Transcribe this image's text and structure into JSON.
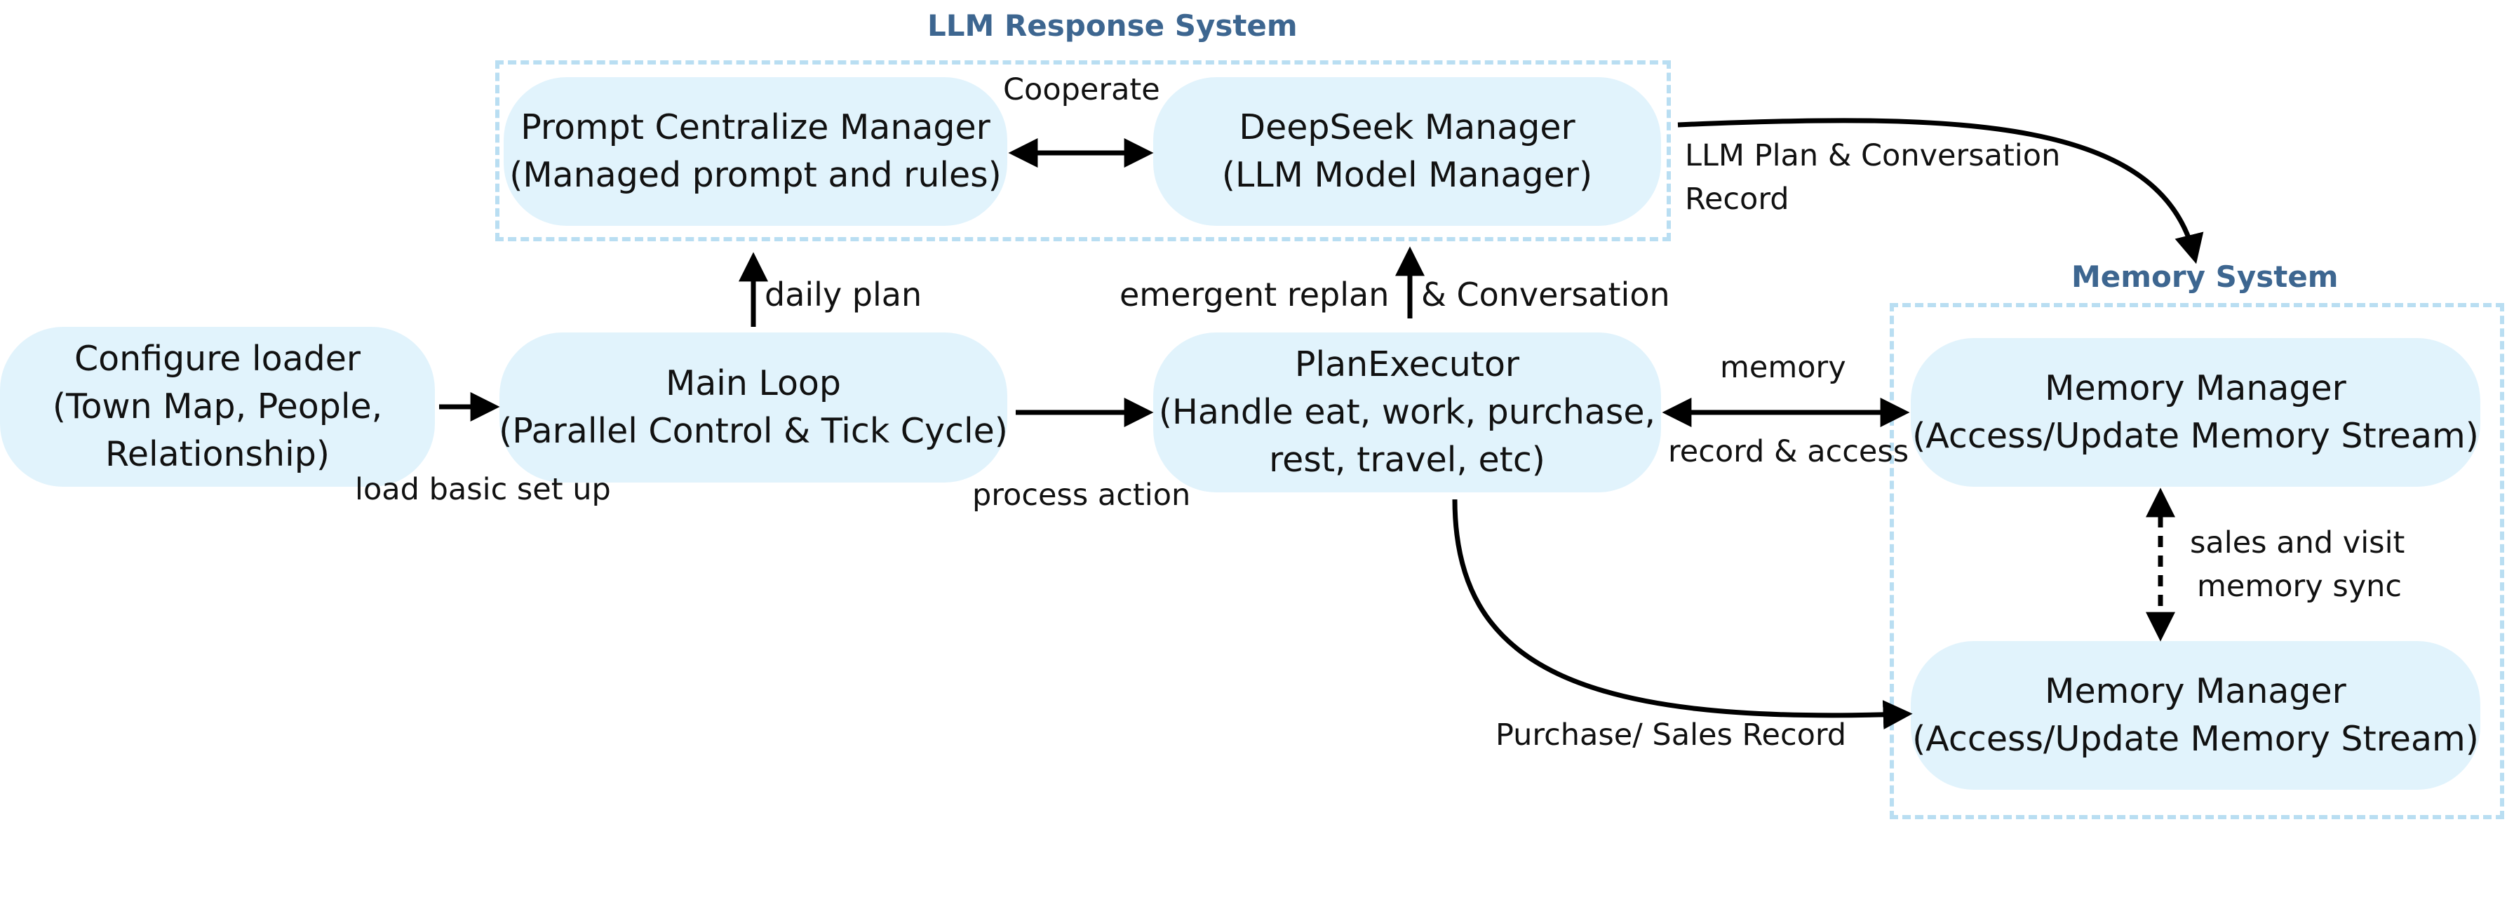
{
  "groups": {
    "llm": {
      "title": "LLM Response System"
    },
    "memory": {
      "title": "Memory System"
    }
  },
  "nodes": {
    "prompt_manager": {
      "line1": "Prompt Centralize Manager",
      "line2": "(Managed prompt and rules)"
    },
    "deepseek_manager": {
      "line1": "DeepSeek Manager",
      "line2": "(LLM Model Manager)"
    },
    "config_loader": {
      "line1": "Configure loader",
      "line2": "(Town Map, People,",
      "line3": "Relationship)"
    },
    "main_loop": {
      "line1": "Main Loop",
      "line2": "(Parallel Control & Tick Cycle)"
    },
    "plan_executor": {
      "line1": "PlanExecutor",
      "line2": "(Handle eat, work, purchase,",
      "line3": "rest, travel, etc)"
    },
    "memory_manager_top": {
      "line1": "Memory Manager",
      "line2": "(Access/Update Memory Stream)"
    },
    "memory_manager_bottom": {
      "line1": "Memory Manager",
      "line2": "(Access/Update Memory Stream)"
    }
  },
  "edges": {
    "cooperate": "Cooperate",
    "llm_plan_line1": "LLM Plan & Conversation",
    "llm_plan_line2": "Record",
    "daily_plan": "daily plan",
    "emergent_replan": "emergent replan",
    "and_conversation": "& Conversation",
    "load_basic": "load basic set up",
    "process_action": "process action",
    "memory": "memory",
    "record_access": "record & access",
    "sales_visit_line1": "sales and visit",
    "sales_visit_line2": "memory sync",
    "purchase_sales": "Purchase/ Sales Record"
  },
  "colors": {
    "node_fill": "#e1f3fc",
    "group_border": "#b9def2",
    "group_title": "#3d6690",
    "arrow": "#000000"
  }
}
